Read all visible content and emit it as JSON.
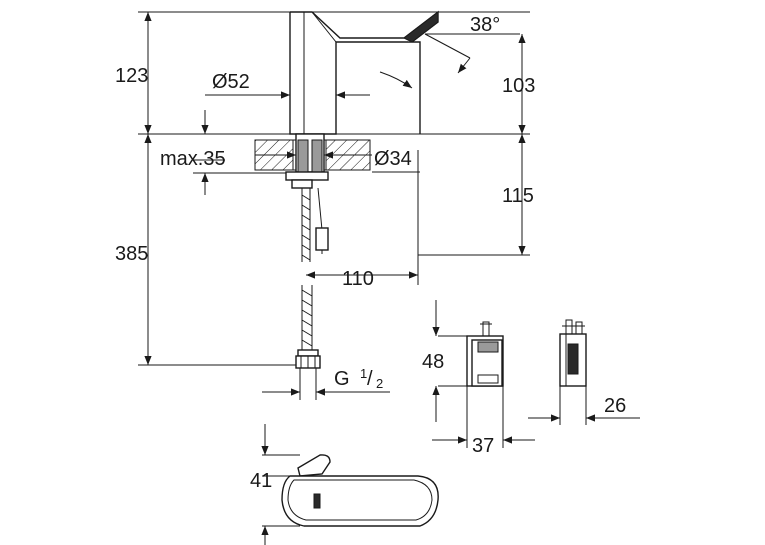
{
  "dimensions": {
    "height_total": "123",
    "spout_diameter": "Ø52",
    "angle": "38°",
    "spout_height": "103",
    "max_deck": "max.35",
    "hole_diameter": "Ø34",
    "below_deck": "115",
    "hose_length": "385",
    "reach": "110",
    "thread_main": "G",
    "thread_num": "1",
    "thread_den": "2",
    "box_height": "48",
    "box_width": "37",
    "box_depth": "26",
    "lever_height": "41"
  },
  "colors": {
    "line": "#1a1a1a",
    "hatch_fill": "#9a9a9a"
  }
}
